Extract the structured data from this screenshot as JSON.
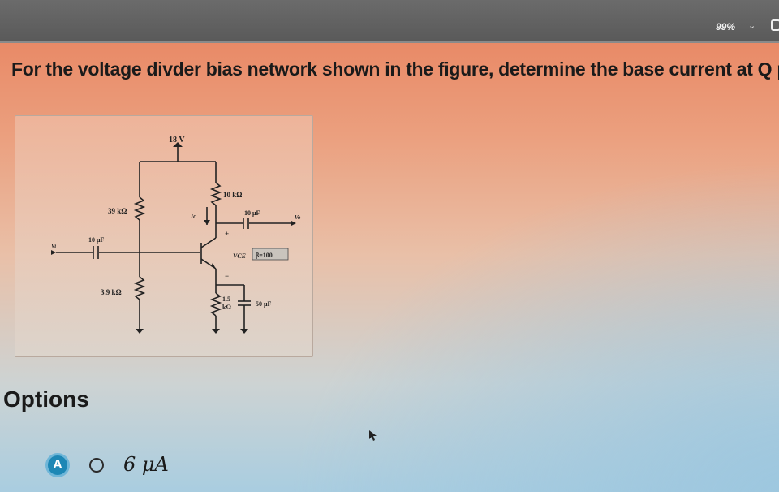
{
  "toolbar": {
    "zoom": "99%"
  },
  "question": {
    "text": "For the voltage divder bias network shown in the figure, determine the base current at Q p"
  },
  "figure": {
    "supply": "18 V",
    "r1": "39 kΩ",
    "r2": "3.9 kΩ",
    "rc": "10 kΩ",
    "re_top": "1.5",
    "re_bot": "kΩ",
    "c_in": "10 μF",
    "c_out": "10 μF",
    "c_e": "50 μF",
    "ic": "Ic",
    "vce": "VCE",
    "beta": "β=100",
    "vi": "Vi",
    "vo": "Vo",
    "plus": "+",
    "minus": "−"
  },
  "options": {
    "label": "Options",
    "items": [
      {
        "letter": "A",
        "text": "6 μA"
      }
    ]
  }
}
